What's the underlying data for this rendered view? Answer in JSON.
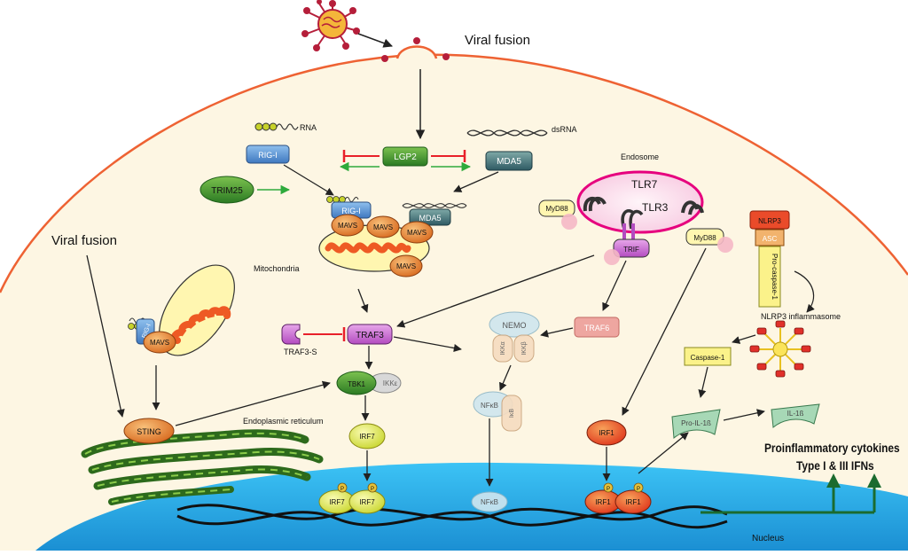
{
  "labels": {
    "viral_fusion_top": "Viral fusion",
    "viral_fusion_left": "Viral fusion",
    "rna": "RNA",
    "dsrna": "dsRNA",
    "rig_i": "RIG-I",
    "lgp2": "LGP2",
    "mda5": "MDA5",
    "trim25": "TRIM25",
    "mavs": "MAVS",
    "mitochondria": "Mitochondria",
    "endosome": "Endosome",
    "tlr7": "TLR7",
    "tlr3": "TLR3",
    "myd88": "MyD88",
    "trif": "TRIF",
    "nlrp3": "NLRP3",
    "asc": "ASC",
    "pro_caspase": "Pro-caspase-1",
    "inflammasome": "NLRP3 inflammasome",
    "caspase1": "Caspase-1",
    "pro_il1b": "Pro-IL-1ß",
    "il1b": "IL-1ß",
    "traf3": "TRAF3",
    "traf3s": "TRAF3-S",
    "traf6": "TRAF6",
    "tbk1": "TBK1",
    "ikke": "IKKε",
    "nemo": "NEMO",
    "ikka": "IKKα",
    "ikkb": "IKKβ",
    "nfkb": "NFκB",
    "ikb": "IκB",
    "irf7": "IRF7",
    "irf1": "IRF1",
    "sting": "STING",
    "er": "Endoplasmic reticulum",
    "nucleus": "Nucleus",
    "p": "P",
    "cytokines_line1": "Proinflammatory cytokines",
    "cytokines_line2": "Type I & III IFNs"
  },
  "colors": {
    "cytoplasm": "#fdf6e3",
    "membrane": "#ee6233",
    "nucleus": "#29a8e0",
    "orange_protein": "#e4893a",
    "blue_protein": "#5b93cd",
    "green_protein": "#3e8a2a",
    "inhibit": "#e8202a",
    "activate": "#2eaa3c",
    "endosome": "#e6007e",
    "dark_green": "#1b6b2f"
  }
}
